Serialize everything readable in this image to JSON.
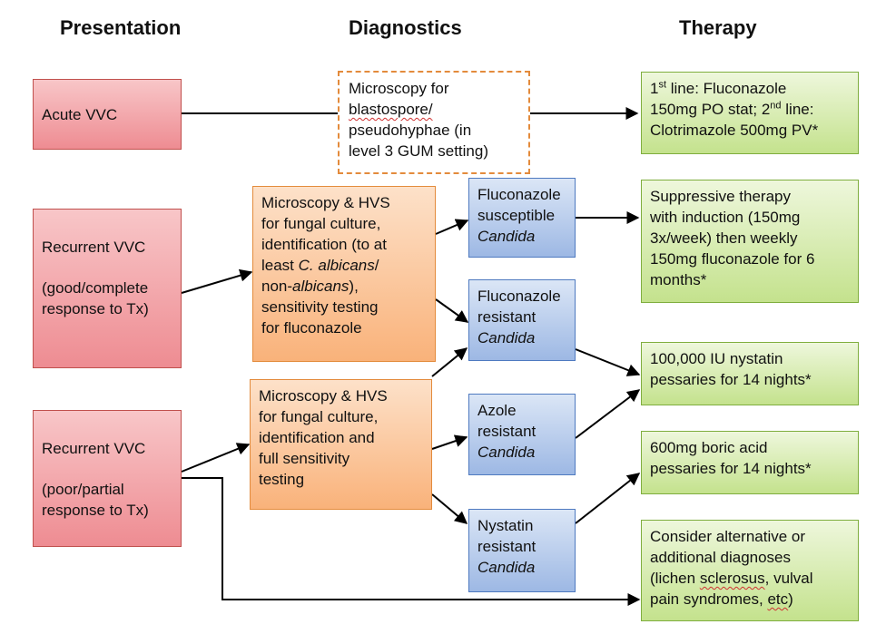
{
  "headers": {
    "presentation": "Presentation",
    "diagnostics": "Diagnostics",
    "therapy": "Therapy"
  },
  "presentation": {
    "acute": "Acute VVC",
    "recurrent_good_title": "Recurrent VVC",
    "recurrent_good_sub_1": "(good/complete",
    "recurrent_good_sub_2": "response to Tx)",
    "recurrent_poor_title": "Recurrent VVC",
    "recurrent_poor_sub_1": "(poor/partial",
    "recurrent_poor_sub_2": "response to Tx)"
  },
  "diagnostics": {
    "microscopy_dashed": {
      "l1": "Microscopy for",
      "l2": "blastospore/",
      "l3": "pseudohyphae (in",
      "l4": "level 3 GUM setting)"
    },
    "micro_hvs_1": {
      "l1": "Microscopy & HVS",
      "l2": "for fungal culture,",
      "l3": "identification (to at",
      "l4a": "least ",
      "l4b": "C. albicans",
      "l4c": "/",
      "l5a": "non-",
      "l5b": "albicans",
      "l5c": "),",
      "l6": "sensitivity testing",
      "l7": "for fluconazole"
    },
    "micro_hvs_2": {
      "l1": "Microscopy & HVS",
      "l2": "for fungal culture,",
      "l3": "identification and",
      "l4": "full sensitivity",
      "l5": "testing"
    }
  },
  "candida": {
    "flu_susceptible": {
      "l1": "Fluconazole",
      "l2": "susceptible",
      "l3": "Candida"
    },
    "flu_resistant": {
      "l1": "Fluconazole",
      "l2": "resistant",
      "l3": "Candida"
    },
    "azole_resistant": {
      "l1": "Azole",
      "l2": "resistant",
      "l3": "Candida"
    },
    "nystatin_resistant": {
      "l1": "Nystatin",
      "l2": "resistant",
      "l3": "Candida"
    }
  },
  "therapy": {
    "first_line": {
      "l1a": "1",
      "l1sup": "st",
      "l1b": " line: Fluconazole",
      "l2a": "150mg PO stat; 2",
      "l2sup": "nd",
      "l2b": " line:",
      "l3": "Clotrimazole 500mg PV*"
    },
    "suppressive": {
      "l1": "Suppressive therapy",
      "l2": "with induction (150mg",
      "l3": "3x/week) then weekly",
      "l4": "150mg fluconazole for 6",
      "l5": "months*"
    },
    "nystatin": {
      "l1": "100,000 IU nystatin",
      "l2": "pessaries for 14 nights*"
    },
    "boric": {
      "l1": "600mg boric acid",
      "l2": "pessaries for 14 nights*"
    },
    "alternative": {
      "l1": "Consider alternative or",
      "l2": "additional diagnoses",
      "l3a": "(lichen ",
      "l3b": "sclerosus",
      "l3c": ", vulval",
      "l4a": "pain syndromes, ",
      "l4b": "etc",
      "l4c": ")"
    }
  }
}
